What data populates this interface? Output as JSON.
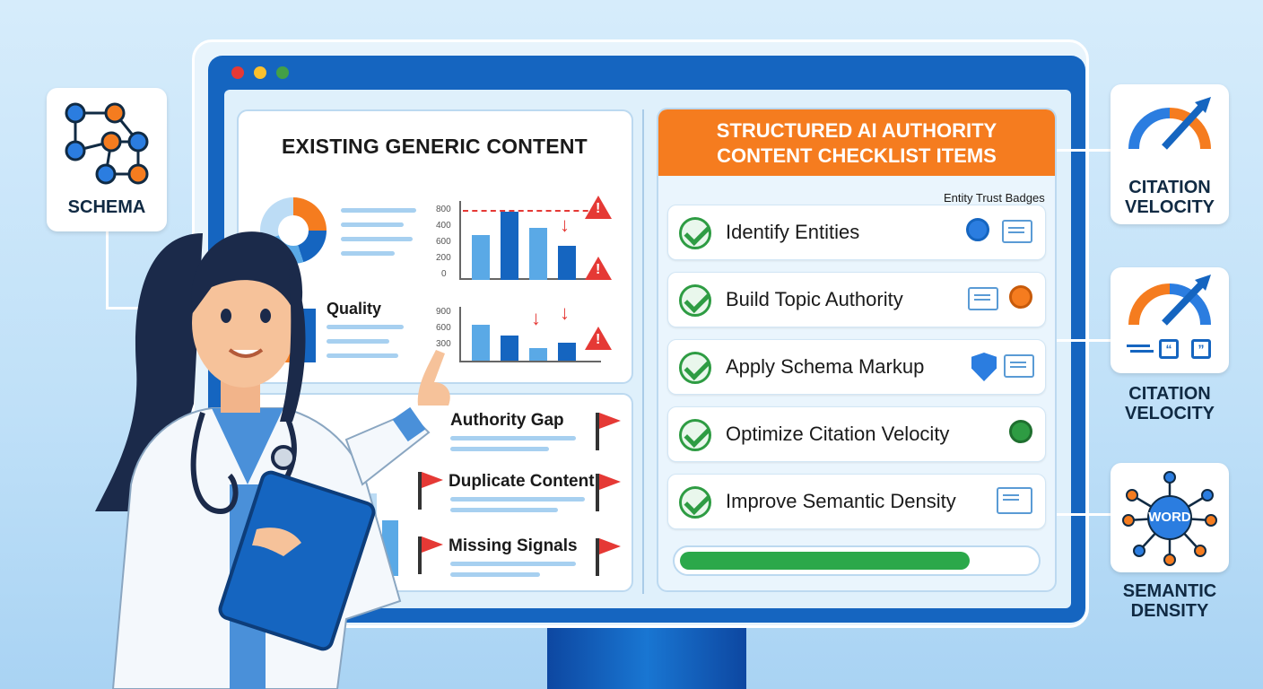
{
  "left_panel": {
    "title": "EXISTING GENERIC CONTENT",
    "quality_label": "Quality",
    "chart1_ticks": [
      "800",
      "400",
      "600",
      "200",
      "0"
    ],
    "chart2_ticks": [
      "900",
      "600",
      "300"
    ],
    "issues": [
      "Authority Gap",
      "Duplicate Content",
      "Missing Signals"
    ]
  },
  "checklist": {
    "header_line1": "STRUCTURED AI AUTHORITY",
    "header_line2": "CONTENT CHECKLIST ITEMS",
    "badges_caption": "Entity Trust Badges",
    "items": [
      "Identify Entities",
      "Build Topic Authority",
      "Apply Schema Markup",
      "Optimize Citation Velocity",
      "Improve Semantic Density"
    ],
    "progress": 0.82
  },
  "side_cards": {
    "schema": "SCHEMA",
    "citation_velocity_1_line1": "CITATION",
    "citation_velocity_1_line2": "VELOCITY",
    "citation_velocity_2_line1": "CITATION",
    "citation_velocity_2_line2": "VELOCITY",
    "semantic_center": "WORD",
    "semantic_line1": "SEMANTIC",
    "semantic_line2": "DENSITY"
  },
  "colors": {
    "accent": "#f57c1f",
    "primary": "#1565c0",
    "success": "#2e9c43",
    "alert": "#e53935"
  }
}
